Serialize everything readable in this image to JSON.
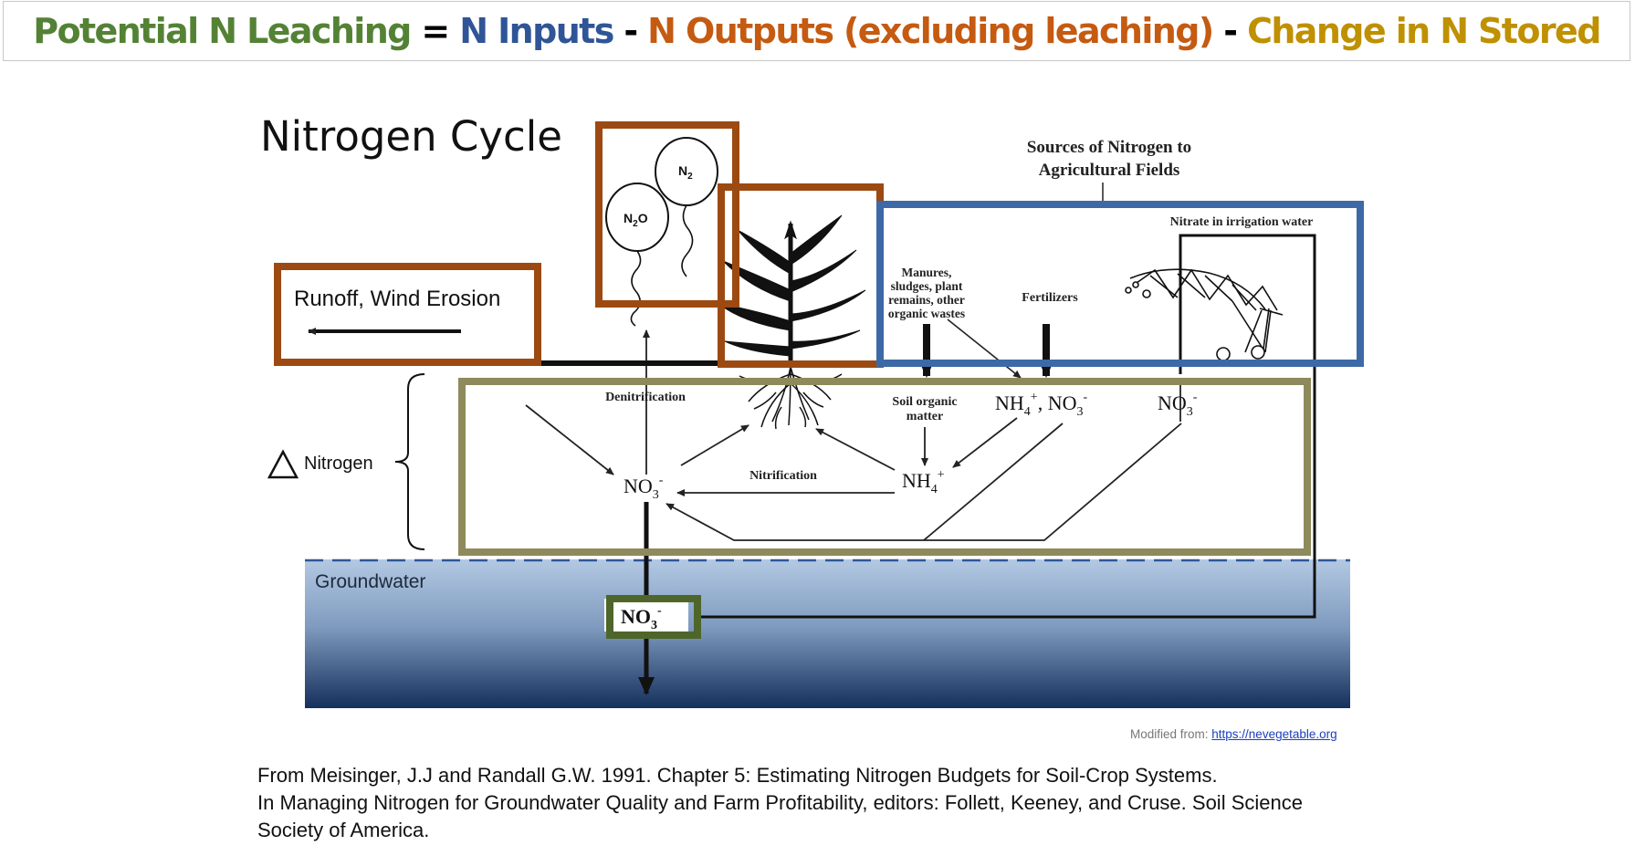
{
  "equation": {
    "leaching": "Potential N Leaching",
    "equals": " = ",
    "inputs": "N Inputs",
    "minus1": " - ",
    "outputs": "N Outputs (excluding leaching)",
    "minus2": " - ",
    "stored": "Change in N Stored"
  },
  "colors": {
    "leaching": "#548235",
    "inputs": "#2f5597",
    "outputs": "#c55a11",
    "stored": "#bf9000",
    "output_box": "#9c4a12",
    "input_box": "#3d6aa6",
    "stored_box": "#8f8a5c",
    "leach_box": "#4e6629"
  },
  "diagram": {
    "title": "Nitrogen Cycle",
    "sources_title_1": "Sources of Nitrogen to",
    "sources_title_2": "Agricultural Fields",
    "runoff": "Runoff, Wind Erosion",
    "delta_label": "Nitrogen",
    "groundwater": "Groundwater",
    "denitrification": "Denitrification",
    "nitrification": "Nitrification",
    "soil_organic_1": "Soil organic",
    "soil_organic_2": "matter",
    "manures_1": "Manures,",
    "manures_2": "sludges, plant",
    "manures_3": "remains, other",
    "manures_4": "organic wastes",
    "fertilizers": "Fertilizers",
    "irrigation": "Nitrate in irrigation water",
    "no3": "NO",
    "no3_sub": "3",
    "no3_sup": "-",
    "nh4": "NH",
    "nh4_sub": "4",
    "nh4_sup": "+",
    "nh4_no3_sep": ", NO",
    "n2": "N",
    "n2_sub": "2",
    "n2o_a": "N",
    "n2o_sub": "2",
    "n2o_b": "O"
  },
  "source": {
    "modified_prefix": "Modified from: ",
    "modified_link": "https://nevegetable.org"
  },
  "citation": {
    "line1": "From Meisinger, J.J and Randall G.W. 1991. Chapter 5: Estimating Nitrogen Budgets for Soil-Crop Systems.",
    "line2": "In Managing Nitrogen for Groundwater Quality and Farm Profitability, editors: Follett, Keeney, and Cruse.  Soil Science",
    "line3": "Society of America."
  }
}
